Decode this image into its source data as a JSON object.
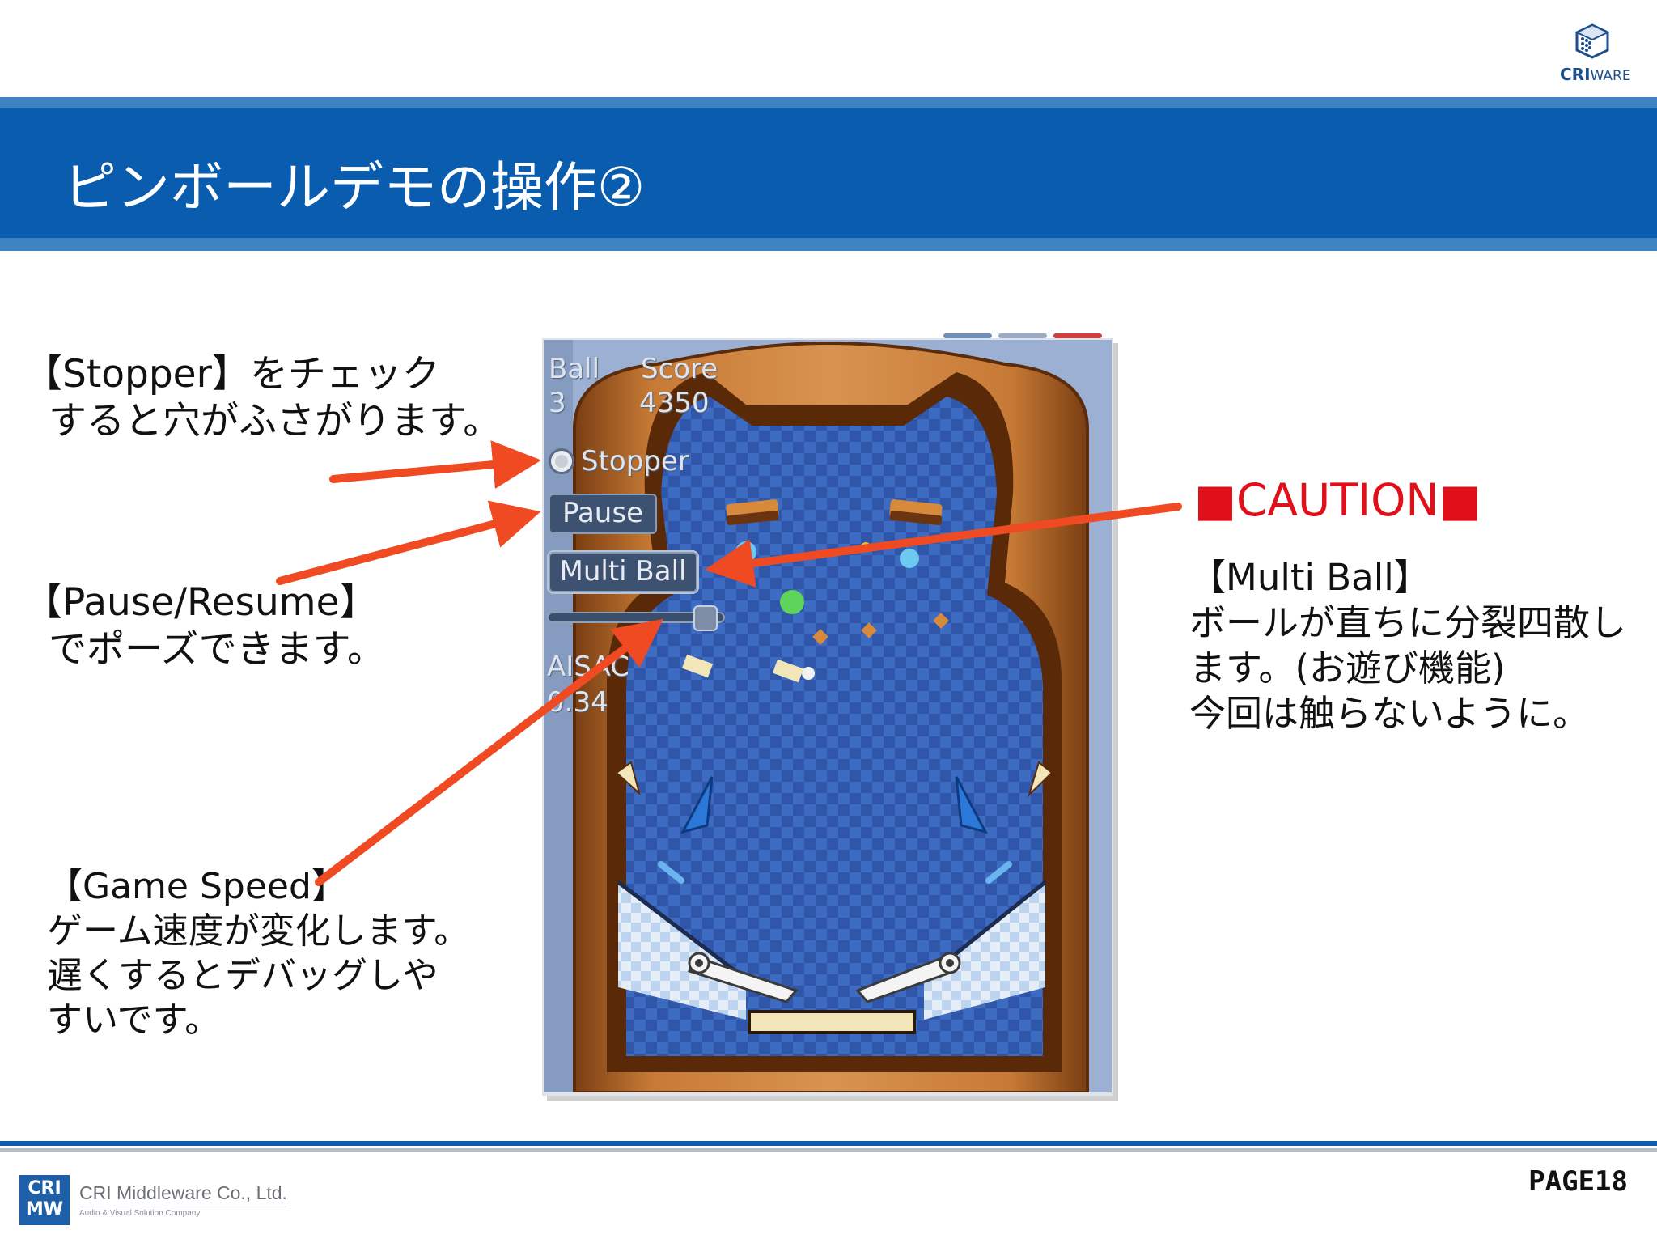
{
  "header": {
    "title": "ピンボールデモの操作②",
    "logo_text_bold": "CRI",
    "logo_text_light": "WARE"
  },
  "notes": {
    "stopper": [
      "【Stopper】をチェック",
      "すると穴がふさがります。"
    ],
    "pause": [
      "【Pause/Resume】",
      "でポーズできます。"
    ],
    "speed": [
      "【Game Speed】",
      "ゲーム速度が変化します。",
      "遅くするとデバッグしや",
      "すいです。"
    ],
    "caution_title": "■CAUTION■",
    "multi": [
      "【Multi Ball】",
      "ボールが直ちに分裂四散し",
      "ます。(お遊び機能)",
      "今回は触らないように。"
    ]
  },
  "game": {
    "ball_label": "Ball",
    "ball_value": "3",
    "score_label": "Score",
    "score_value": "4350",
    "stopper_label": "Stopper",
    "pause_button": "Pause",
    "multi_ball_button": "Multi Ball",
    "game_speed_level": 0.95,
    "aisac_label": "AISAC",
    "aisac_value": "0.34"
  },
  "colors": {
    "title_band": "#0a5caf",
    "arrow": "#f04a22",
    "caution": "#e0101a",
    "playfield": "#2c4f9e",
    "wood": "#b8682a"
  },
  "footer": {
    "logo_mark": "CRI MW",
    "company": "CRI Middleware Co., Ltd.",
    "company_sub": "Audio & Visual Solution Company",
    "page": "PAGE18"
  }
}
